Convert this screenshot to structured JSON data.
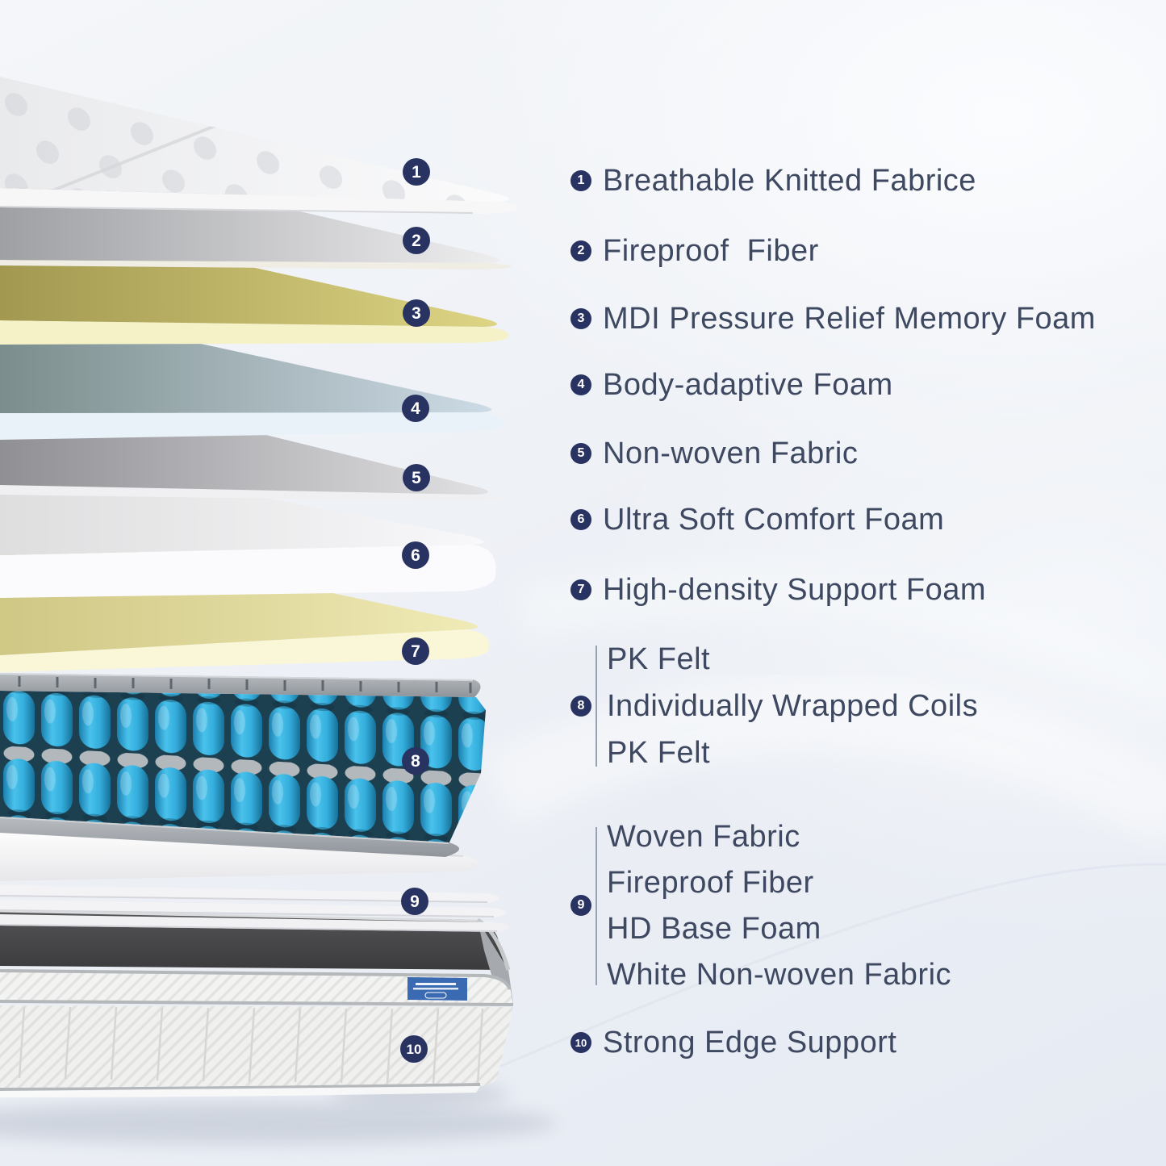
{
  "legend": {
    "items": [
      {
        "num": "1",
        "label": "Breathable Knitted Fabrice"
      },
      {
        "num": "2",
        "label": "Fireproof  Fiber"
      },
      {
        "num": "3",
        "label": "MDI Pressure Relief Memory Foam"
      },
      {
        "num": "4",
        "label": "Body-adaptive Foam"
      },
      {
        "num": "5",
        "label": "Non-woven Fabric"
      },
      {
        "num": "6",
        "label": "Ultra Soft Comfort Foam"
      },
      {
        "num": "7",
        "label": "High-density Support Foam"
      },
      {
        "num": "8",
        "lines": [
          "PK Felt",
          "Individually Wrapped Coils",
          "PK Felt"
        ]
      },
      {
        "num": "9",
        "lines": [
          "Woven Fabric",
          "Fireproof Fiber",
          "HD Base Foam",
          "White Non-woven Fabric"
        ]
      },
      {
        "num": "10",
        "label": "Strong Edge Support"
      }
    ]
  },
  "colors": {
    "badge_navy": "#293361",
    "legend_text": "#3e4961",
    "coil_blue": "#38b2e0",
    "memory_foam_yellow": "#d9d07e",
    "adaptive_foam_blue": "#c5d6e2",
    "brand_plate_blue": "#3a6ab2"
  }
}
